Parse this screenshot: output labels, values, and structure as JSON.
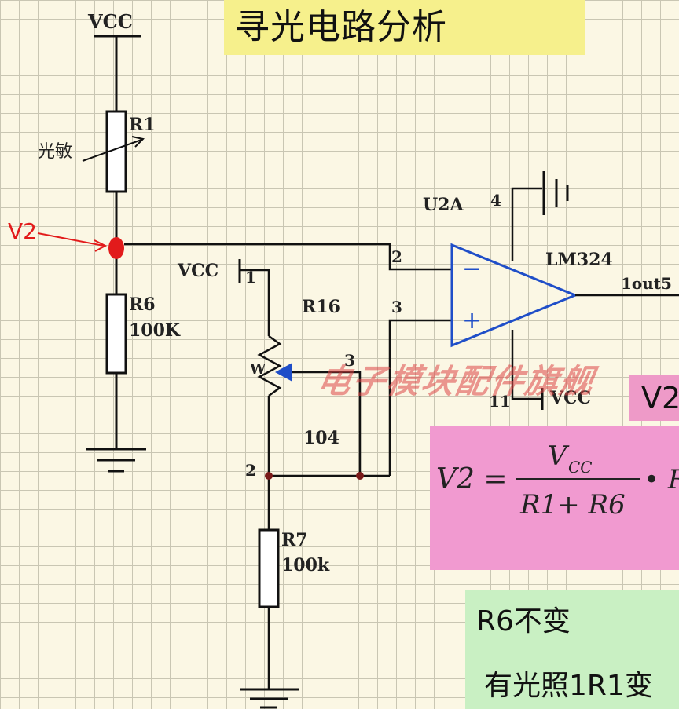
{
  "title": "寻光电路分析",
  "labels": {
    "vcc_top": "VCC",
    "r1": "R1",
    "photo": "光敏",
    "v2": "V2",
    "r6": "R6",
    "r6_value": "100K",
    "vcc_pot": "VCC",
    "pin1": "1",
    "r16": "R16",
    "pot_pin3": "3",
    "pot_w": "W",
    "pot_value": "104",
    "pin2": "2",
    "r7": "R7",
    "r7_value": "100k",
    "u2a": "U2A",
    "lm324": "LM324",
    "op_in_minus_pin": "2",
    "op_in_plus_pin": "3",
    "op_pin4": "4",
    "op_pin11": "11",
    "op_minus": "−",
    "op_plus": "+",
    "out": "1out5",
    "vcc_bottom": "VCC"
  },
  "watermark": "电子模块配件旗舰",
  "pink_tab": "V2",
  "formula": {
    "lhs": "V2 =",
    "numerator": "V",
    "numerator_sub": "CC",
    "denominator": "R1+ R6",
    "tail": "• R"
  },
  "notes": {
    "line1": "R6不变",
    "line2": "有光照1R1变"
  },
  "colors": {
    "wire": "#111111",
    "junction": "#7a1a1a",
    "v2_marker": "#e21b1b",
    "opamp": "#1f4ec8",
    "title_bg": "#f6f08c",
    "formula_bg": "#f19ad0",
    "notes_bg": "#c9f0c3"
  }
}
